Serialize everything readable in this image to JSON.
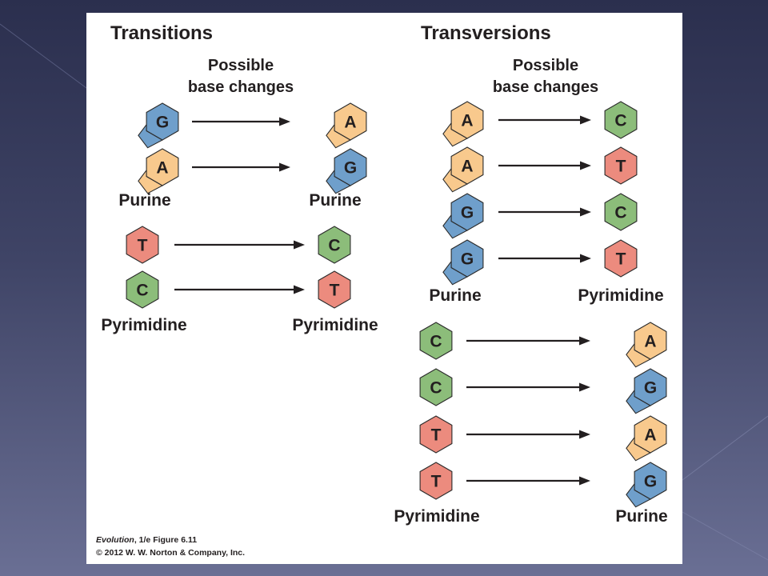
{
  "colors": {
    "purine_A": "#f8c98d",
    "purine_G": "#6f9fcb",
    "pyrimidine_C": "#8cbd7a",
    "pyrimidine_T": "#ec8b7e"
  },
  "transitions": {
    "title": "Transitions",
    "possible_line1": "Possible",
    "possible_line2": "base changes",
    "purine_pairs": [
      {
        "from": "G",
        "to": "A"
      },
      {
        "from": "A",
        "to": "G"
      }
    ],
    "purine_label_left": "Purine",
    "purine_label_right": "Purine",
    "pyrimidine_pairs": [
      {
        "from": "T",
        "to": "C"
      },
      {
        "from": "C",
        "to": "T"
      }
    ],
    "pyrimidine_label_left": "Pyrimidine",
    "pyrimidine_label_right": "Pyrimidine"
  },
  "transversions": {
    "title": "Transversions",
    "possible_line1": "Possible",
    "possible_line2": "base changes",
    "purine_to_pyrimidine": [
      {
        "from": "A",
        "to": "C"
      },
      {
        "from": "A",
        "to": "T"
      },
      {
        "from": "G",
        "to": "C"
      },
      {
        "from": "G",
        "to": "T"
      }
    ],
    "label_purine": "Purine",
    "label_pyrimidine": "Pyrimidine",
    "pyrimidine_to_purine": [
      {
        "from": "C",
        "to": "A"
      },
      {
        "from": "C",
        "to": "G"
      },
      {
        "from": "T",
        "to": "A"
      },
      {
        "from": "T",
        "to": "G"
      }
    ],
    "label_pyrimidine_bottom": "Pyrimidine",
    "label_purine_bottom": "Purine"
  },
  "credit": {
    "book_title": "Evolution",
    "book_rest": ", 1/e  Figure 6.11",
    "copyright": "© 2012 W. W. Norton & Company, Inc."
  }
}
